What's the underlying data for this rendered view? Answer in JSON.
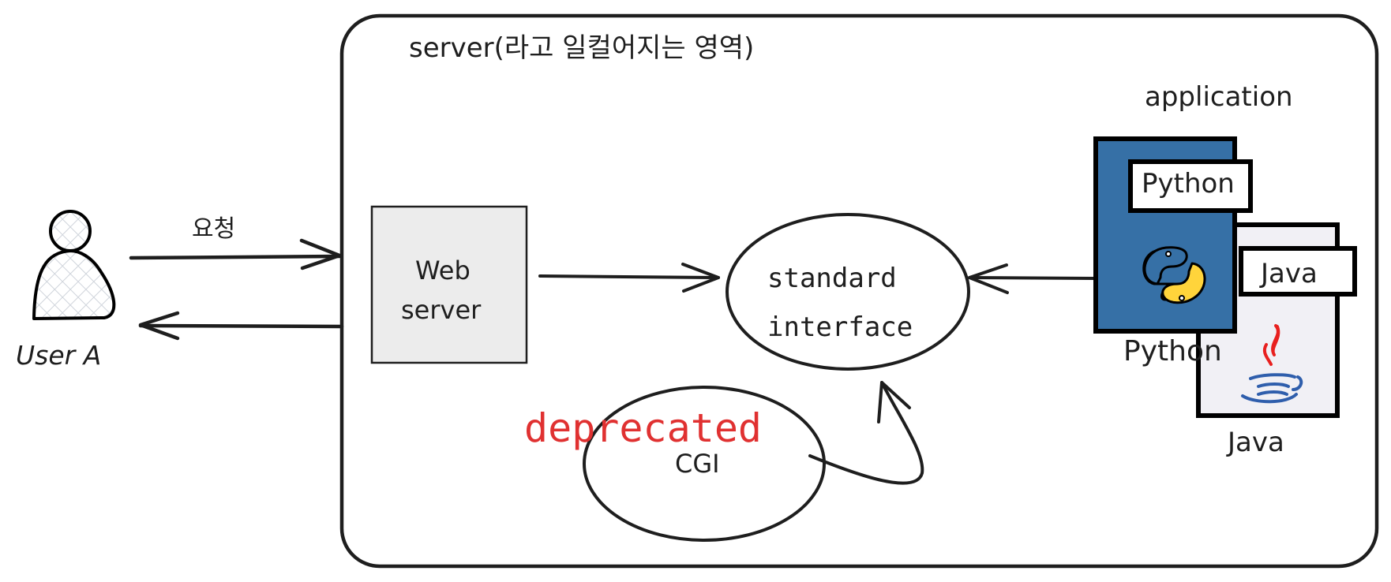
{
  "diagram": {
    "server_region": {
      "title": "server(라고 일컬어지는 영역)"
    },
    "user": {
      "label": "User A"
    },
    "request_arrow": {
      "label": "요청"
    },
    "web_server": {
      "line1": "Web",
      "line2": "server"
    },
    "standard_interface": {
      "line1": "standard",
      "line2": "interface"
    },
    "cgi": {
      "label": "CGI",
      "annotation": "deprecated"
    },
    "application": {
      "title": "application",
      "python": {
        "tag": "Python",
        "caption": "Python",
        "icon": "python-logo-icon"
      },
      "java": {
        "tag": "Java",
        "caption": "Java",
        "icon": "java-cup-icon"
      }
    },
    "colors": {
      "stroke": "#1e1e1e",
      "python_card": "#3670a6",
      "java_card": "#f1f0f5",
      "web_server_fill": "#ececec",
      "user_fill": "#d9dde3",
      "deprecated": "#e03131",
      "python_yellow": "#ffd43b",
      "java_red": "#e8201f",
      "java_blue": "#2f5eac"
    }
  }
}
